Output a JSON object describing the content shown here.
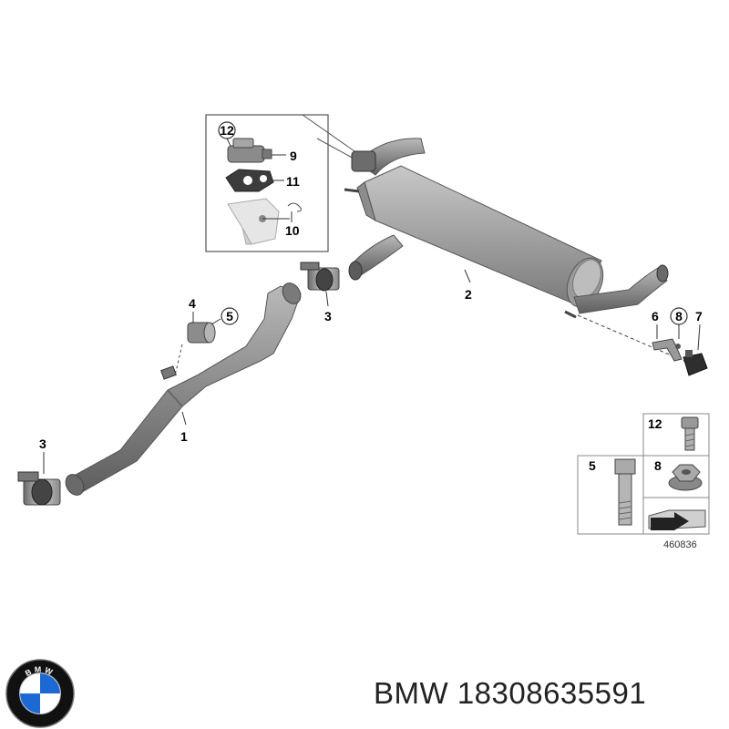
{
  "callouts": {
    "c1": "1",
    "c2": "2",
    "c3a": "3",
    "c3b": "3",
    "c4": "4",
    "c5": "5",
    "c6": "6",
    "c7": "7",
    "c8": "8",
    "c9": "9",
    "c10": "10",
    "c11": "11",
    "c12": "12"
  },
  "legend_box": {
    "c12": "12",
    "c8": "8",
    "c5": "5"
  },
  "diagram_number": "460836",
  "footer": {
    "text": "BMW 18308635591"
  },
  "logo": {
    "text": "BMW",
    "colors": {
      "blue": "#1c69d4",
      "black": "#111111",
      "white": "#ffffff"
    }
  }
}
